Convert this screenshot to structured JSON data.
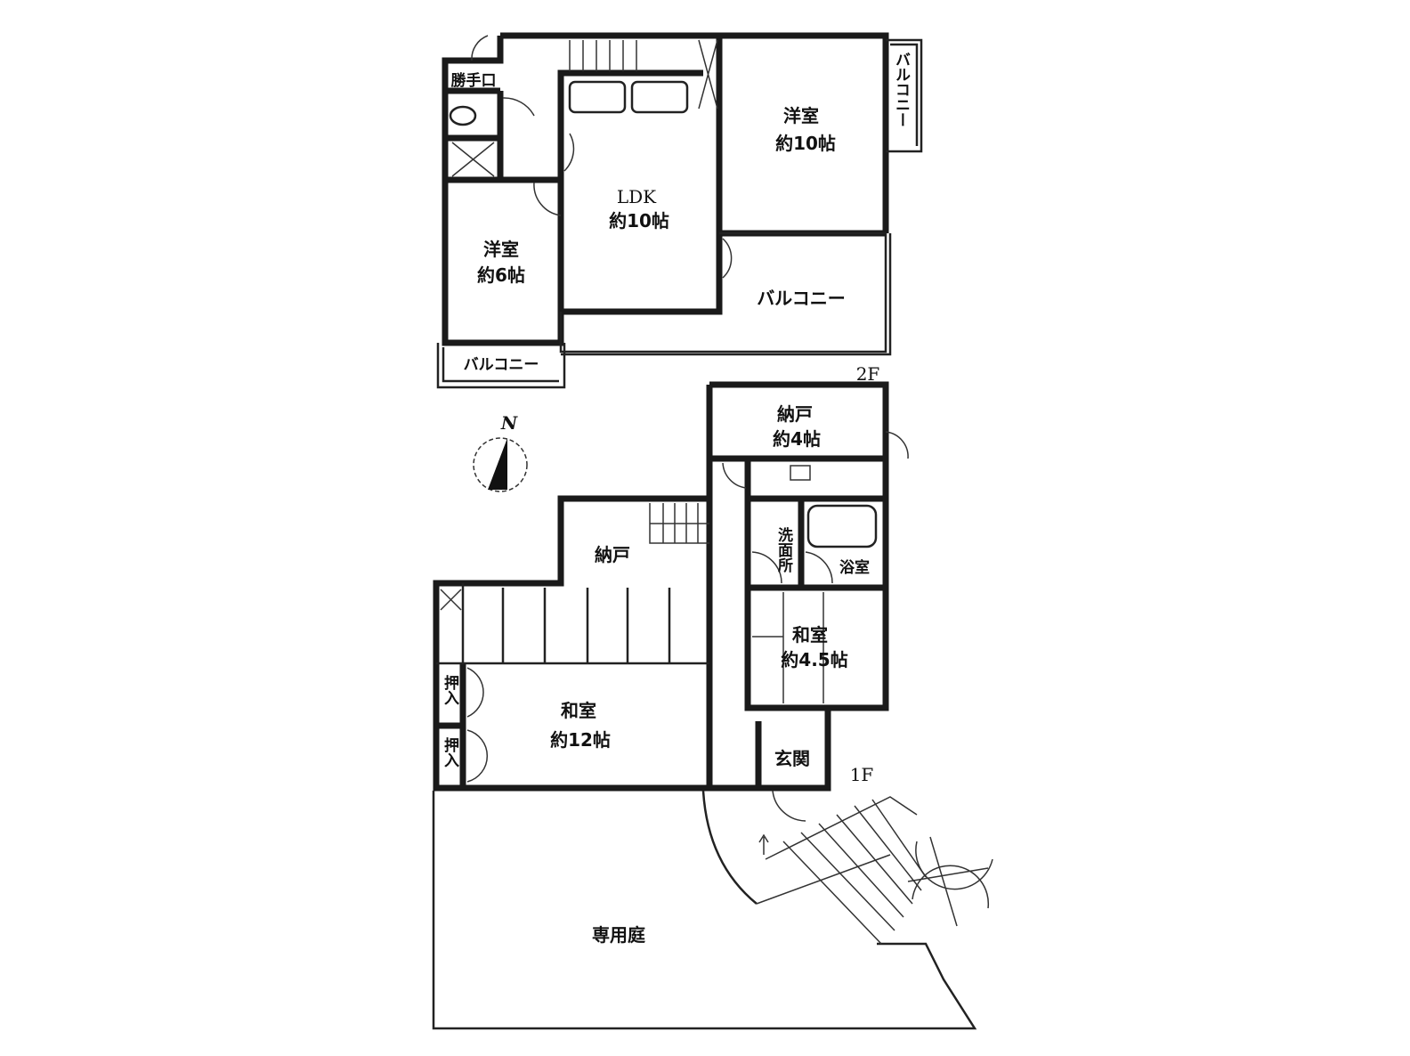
{
  "floor_2": {
    "label": "2F",
    "rooms": {
      "back_door": "勝手口",
      "western_10": {
        "name": "洋室",
        "size": "約10帖"
      },
      "ldk": {
        "name": "LDK",
        "size": "約10帖"
      },
      "western_6": {
        "name": "洋室",
        "size": "約6帖"
      },
      "balcony_main": "バルコニー",
      "balcony_left": "バルコニー",
      "balcony_side": "バルコニー"
    }
  },
  "floor_1": {
    "label": "1F",
    "rooms": {
      "storage_4": {
        "name": "納戸",
        "size": "約4帖"
      },
      "storage_small": "納戸",
      "washroom": "洗面所",
      "bath": "浴室",
      "japanese_45": {
        "name": "和室",
        "size": "約4.5帖"
      },
      "japanese_12": {
        "name": "和室",
        "size": "約12帖"
      },
      "closet_1": "押入",
      "closet_2": "押入",
      "entrance": "玄関",
      "private_garden": "専用庭"
    }
  },
  "compass": {
    "label": "N"
  }
}
